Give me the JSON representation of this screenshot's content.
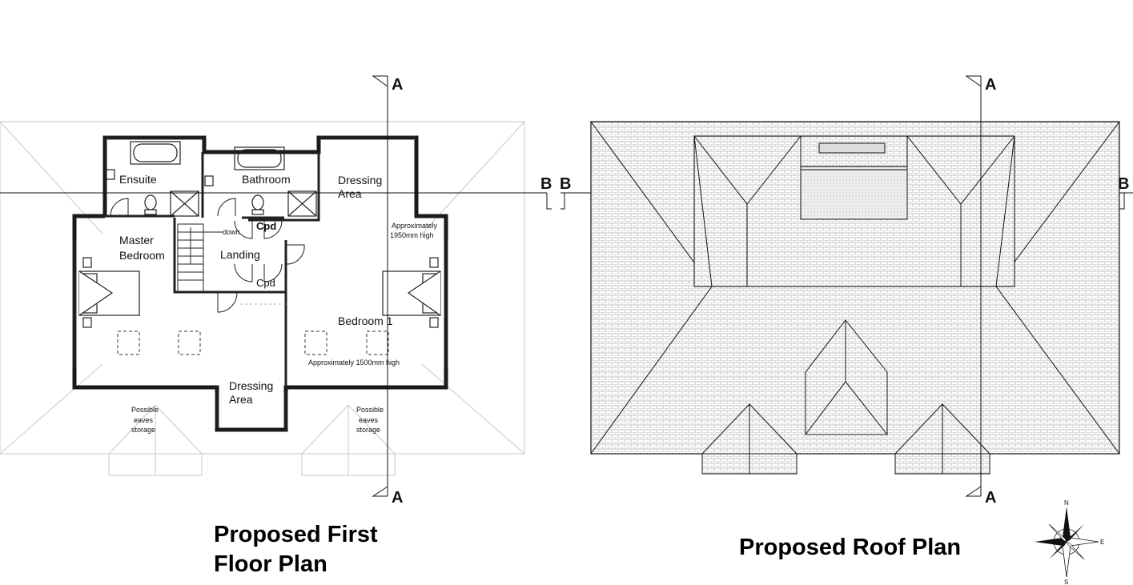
{
  "section_marks": {
    "a": "A",
    "b": "B"
  },
  "first_floor": {
    "title_line1": "Proposed First",
    "title_line2": "Floor Plan",
    "rooms": {
      "ensuite": "Ensuite",
      "bathroom": "Bathroom",
      "dressing_top_1": "Dressing",
      "dressing_top_2": "Area",
      "master_1": "Master",
      "master_2": "Bedroom",
      "landing": "Landing",
      "cpd": "Cpd",
      "down": "down",
      "bedroom1": "Bedroom 1",
      "dressing_bottom_1": "Dressing",
      "dressing_bottom_2": "Area"
    },
    "notes": {
      "approx_1950_1": "Approximately",
      "approx_1950_2": "1950mm high",
      "approx_1500": "Approximately 1500mm high",
      "eaves_1": "Possible",
      "eaves_2": "eaves",
      "eaves_3": "storage"
    }
  },
  "roof": {
    "title": "Proposed Roof Plan"
  },
  "compass": {
    "n": "N",
    "s": "S",
    "e": "E"
  },
  "colors": {
    "line": "#111111",
    "tile": "#bdbdbd",
    "ghost": "#c8c8c8",
    "wall": "#1a1a1a"
  }
}
